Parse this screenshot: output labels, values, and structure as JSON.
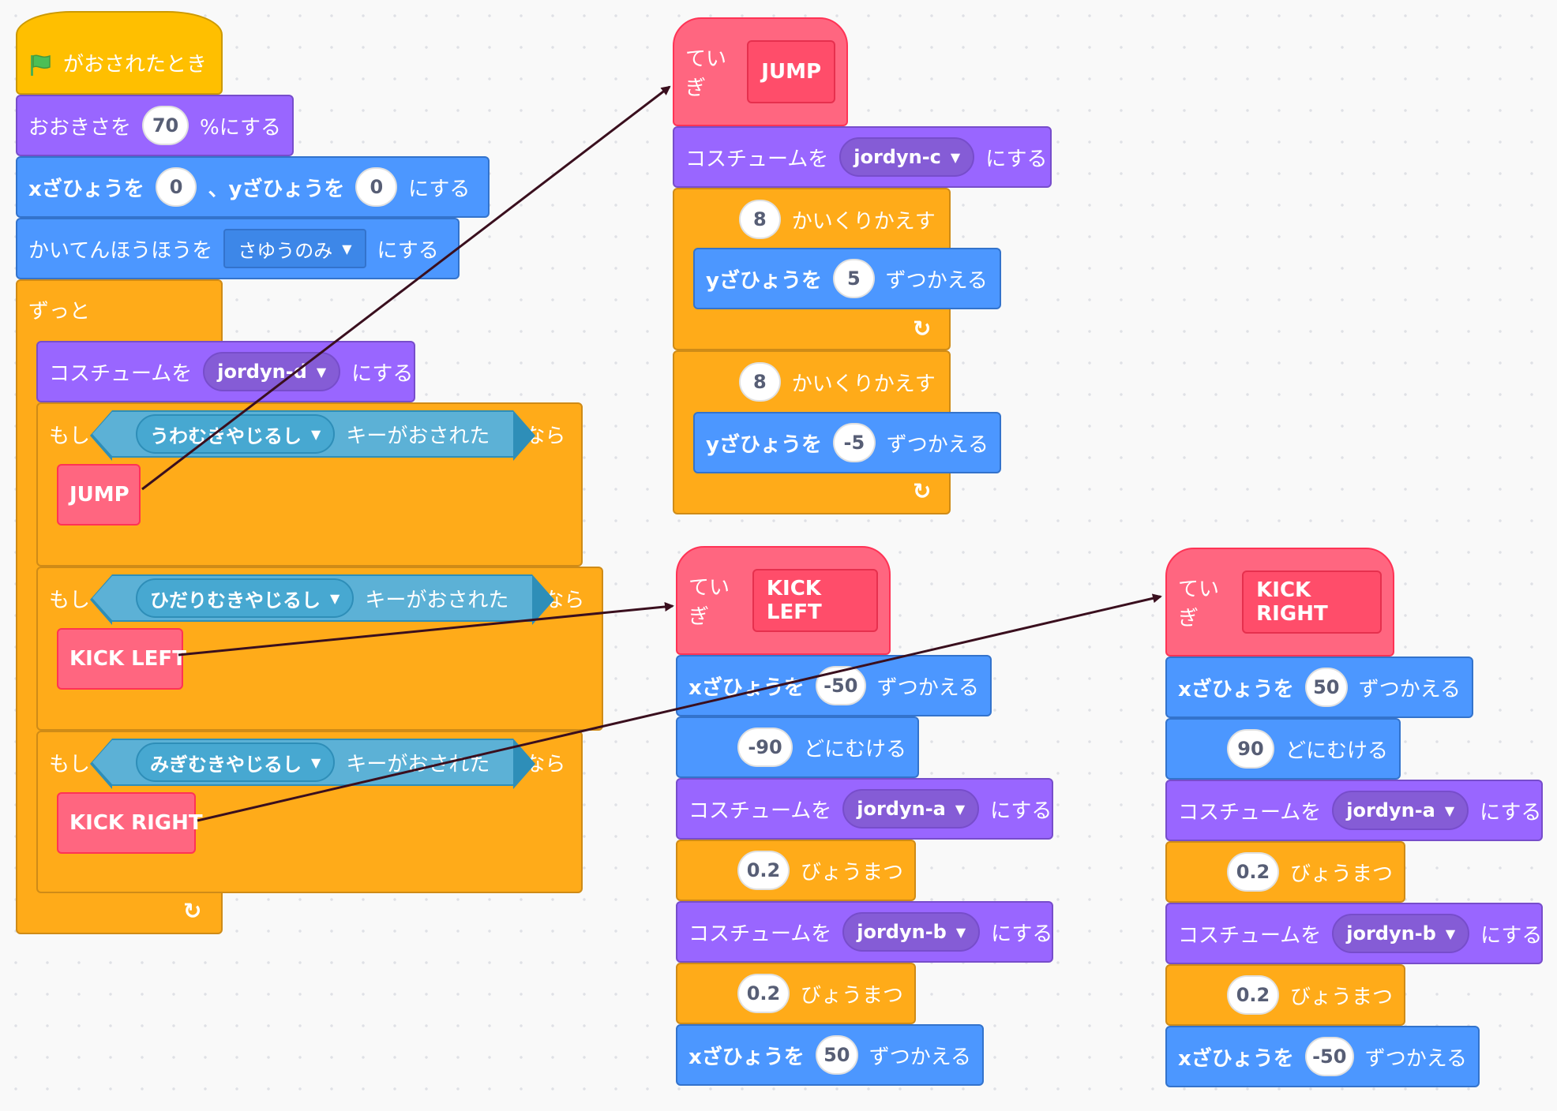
{
  "main": {
    "hat_label": "がおされたとき",
    "size_pre": "おおきさを",
    "size_val": "70",
    "size_post": "%にする",
    "goto_x_pre": "xざひょうを",
    "goto_x_val": "0",
    "goto_sep": "、yざひょうを",
    "goto_y_val": "0",
    "goto_post": "にする",
    "rot_pre": "かいてんほうほうを",
    "rot_val": "さゆうのみ",
    "rot_post": "にする",
    "forever": "ずっと",
    "costume_pre": "コスチュームを",
    "costume_val": "jordyn-d",
    "costume_post": "にする",
    "if_word": "もし",
    "then_word": "なら",
    "key_pressed": "キーがおされた",
    "if1_key": "うわむきやじるし",
    "if1_call": "JUMP",
    "if2_key": "ひだりむきやじるし",
    "if2_call": "KICK LEFT",
    "if3_key": "みぎむきやじるし",
    "if3_call": "KICK RIGHT",
    "loop_arrow": "↻"
  },
  "jump": {
    "define": "ていぎ",
    "name": "JUMP",
    "costume_pre": "コスチュームを",
    "costume_val": "jordyn-c",
    "costume_post": "にする",
    "rep1_val": "8",
    "repeat_label": "かいくりかえす",
    "change_y_pre": "yざひょうを",
    "change_y1": "5",
    "change_post": "ずつかえる",
    "rep2_val": "8",
    "change_y2": "-5"
  },
  "kick_left": {
    "define": "ていぎ",
    "name": "KICK LEFT",
    "cx_pre": "xざひょうを",
    "cx1": "-50",
    "change_post": "ずつかえる",
    "dir_val": "-90",
    "dir_post": "どにむける",
    "costume_pre": "コスチュームを",
    "costume1": "jordyn-a",
    "costume_post": "にする",
    "wait1": "0.2",
    "wait_post": "びょうまつ",
    "costume2": "jordyn-b",
    "wait2": "0.2",
    "cx2": "50"
  },
  "kick_right": {
    "define": "ていぎ",
    "name": "KICK RIGHT",
    "cx_pre": "xざひょうを",
    "cx1": "50",
    "change_post": "ずつかえる",
    "dir_val": "90",
    "dir_post": "どにむける",
    "costume_pre": "コスチュームを",
    "costume1": "jordyn-a",
    "costume_post": "にする",
    "wait1": "0.2",
    "wait_post": "びょうまつ",
    "costume2": "jordyn-b",
    "wait2": "0.2",
    "cx2": "-50"
  },
  "colors": {
    "events": "#ffbf00",
    "looks": "#9966ff",
    "motion": "#4c97ff",
    "control": "#ffab19",
    "custom": "#ff6680",
    "sensing": "#5cb1d6",
    "arrow": "#3a0f1e"
  },
  "icons": [
    "green-flag-icon",
    "dropdown-caret-icon",
    "loop-arrow-icon"
  ]
}
